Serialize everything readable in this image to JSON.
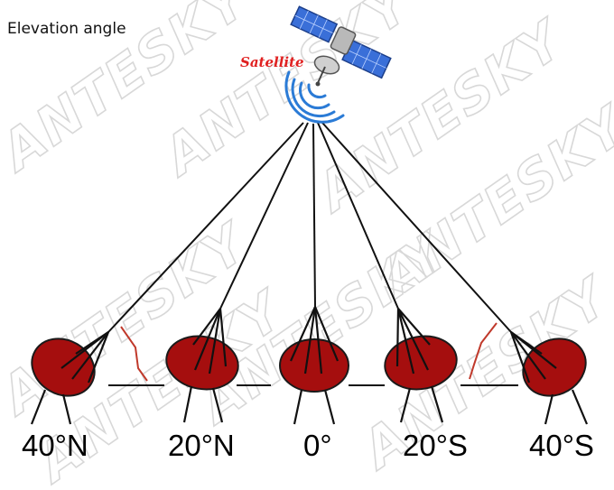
{
  "title": "Elevation angle",
  "satellite": {
    "label": "Satellite",
    "icon": "satellite-icon"
  },
  "watermark": "ANTESKY",
  "colors": {
    "dish": "#a50e0e",
    "dish_outline": "#1a1a1a",
    "angle_mark": "#c0392b",
    "satellite_label": "#e02020",
    "signal_waves": "#2b7bd6",
    "panel": "#3a6fd8",
    "line": "#111111",
    "watermark": "#d8d8d8"
  },
  "stations": [
    {
      "id": "40n",
      "label": "40°N"
    },
    {
      "id": "20n",
      "label": "20°N"
    },
    {
      "id": "0",
      "label": "0°"
    },
    {
      "id": "20s",
      "label": "20°S"
    },
    {
      "id": "40s",
      "label": "40°S"
    }
  ]
}
